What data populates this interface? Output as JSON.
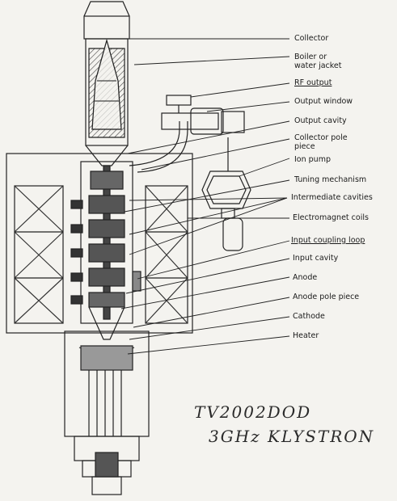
{
  "labels": {
    "collector": "Collector",
    "boiler_1": "Boiler or",
    "boiler_2": "water jacket",
    "rf_output": "RF output",
    "output_window": "Output window",
    "output_cavity": "Output cavity",
    "collector_pole_1": "Collector pole",
    "collector_pole_2": "piece",
    "ion_pump": "Ion pump",
    "tuning_mechanism": "Tuning mechanism",
    "intermediate_cavities": "Intermediate cavities",
    "electromagnet_coils": "Electromagnet coils",
    "input_coupling_loop": "Input coupling loop",
    "input_cavity": "Input cavity",
    "anode": "Anode",
    "anode_pole_piece": "Anode pole piece",
    "cathode": "Cathode",
    "heater": "Heater"
  },
  "handwriting": {
    "line1": "TV2002DOD",
    "line2": "3GHz KLYSTRON"
  }
}
